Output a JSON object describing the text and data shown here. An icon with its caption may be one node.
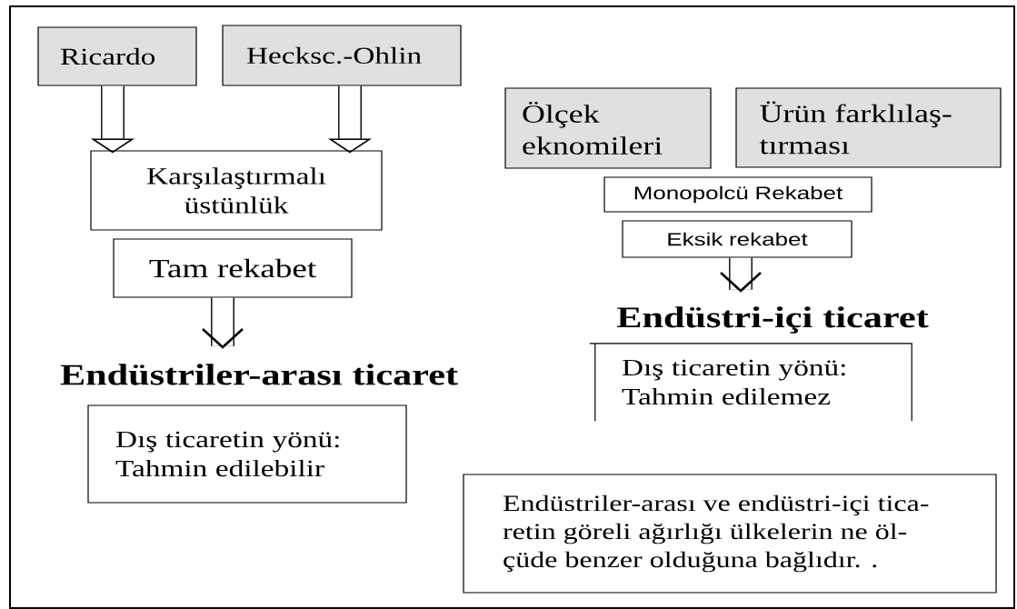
{
  "diagram": {
    "nodes": [
      {
        "text": [
          "Ricardo"
        ]
      },
      {
        "text": [
          "Hecksc.-Ohlin"
        ]
      },
      {
        "text": [
          "Karşılaştırmalı üstünlük"
        ]
      },
      {
        "text": [
          "Tam rekabet"
        ]
      },
      {
        "text": [
          "Endüstriler-arası ticaret"
        ]
      },
      {
        "text": [
          "Dış ticaretin yönü: Tahmin edilebilir"
        ]
      },
      {
        "text": [
          "Ölçek eknomileri"
        ]
      },
      {
        "text": [
          "Ürün farklılaş- tırması"
        ]
      },
      {
        "text": [
          "Monopolcü Rekabet"
        ]
      },
      {
        "text": [
          "Eksik rekabet"
        ]
      },
      {
        "text": [
          "Endüstri-içi ticaret"
        ]
      },
      {
        "text": [
          "Dış ticaretin yönü: Tahmin edilemez"
        ]
      },
      {
        "text": [
          "Endüstriler-arası ve endüstri-içi tica- retin göreli ağırlığı ülkelerin ne öl- çüde benzer olduğuna bağlıdır. ."
        ]
      }
    ],
    "edges": [
      {
        "from": 0,
        "to": 2,
        "arrow": "to",
        "style": "thick"
      },
      {
        "from": 1,
        "to": 2,
        "arrow": "to",
        "style": "thick"
      },
      {
        "from": 3,
        "to": 4,
        "arrow": "to"
      },
      {
        "from": 9,
        "to": 10,
        "arrow": "to"
      }
    ]
  }
}
